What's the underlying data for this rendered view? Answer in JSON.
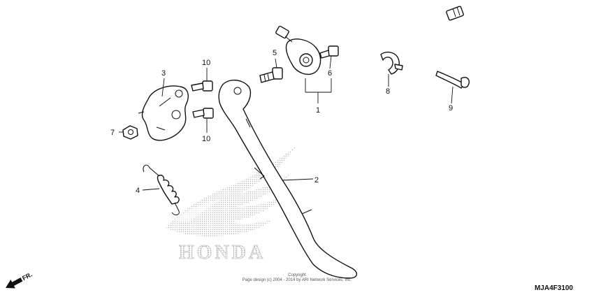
{
  "callouts": {
    "c1": "1",
    "c2": "2",
    "c3": "3",
    "c4": "4",
    "c5": "5",
    "c6": "6",
    "c7": "7",
    "c8": "8",
    "c9": "9",
    "c10a": "10",
    "c10b": "10"
  },
  "watermark": {
    "brand": "HONDA"
  },
  "footer": {
    "copyright_line1": "Copyright",
    "copyright_line2": "Page design (c) 2004 - 2014 by ARI Network Services, Inc.",
    "diagram_code": "MJA4F3100",
    "direction": "FR."
  },
  "colors": {
    "line": "#111111",
    "watermark": "#c8c8c8"
  }
}
